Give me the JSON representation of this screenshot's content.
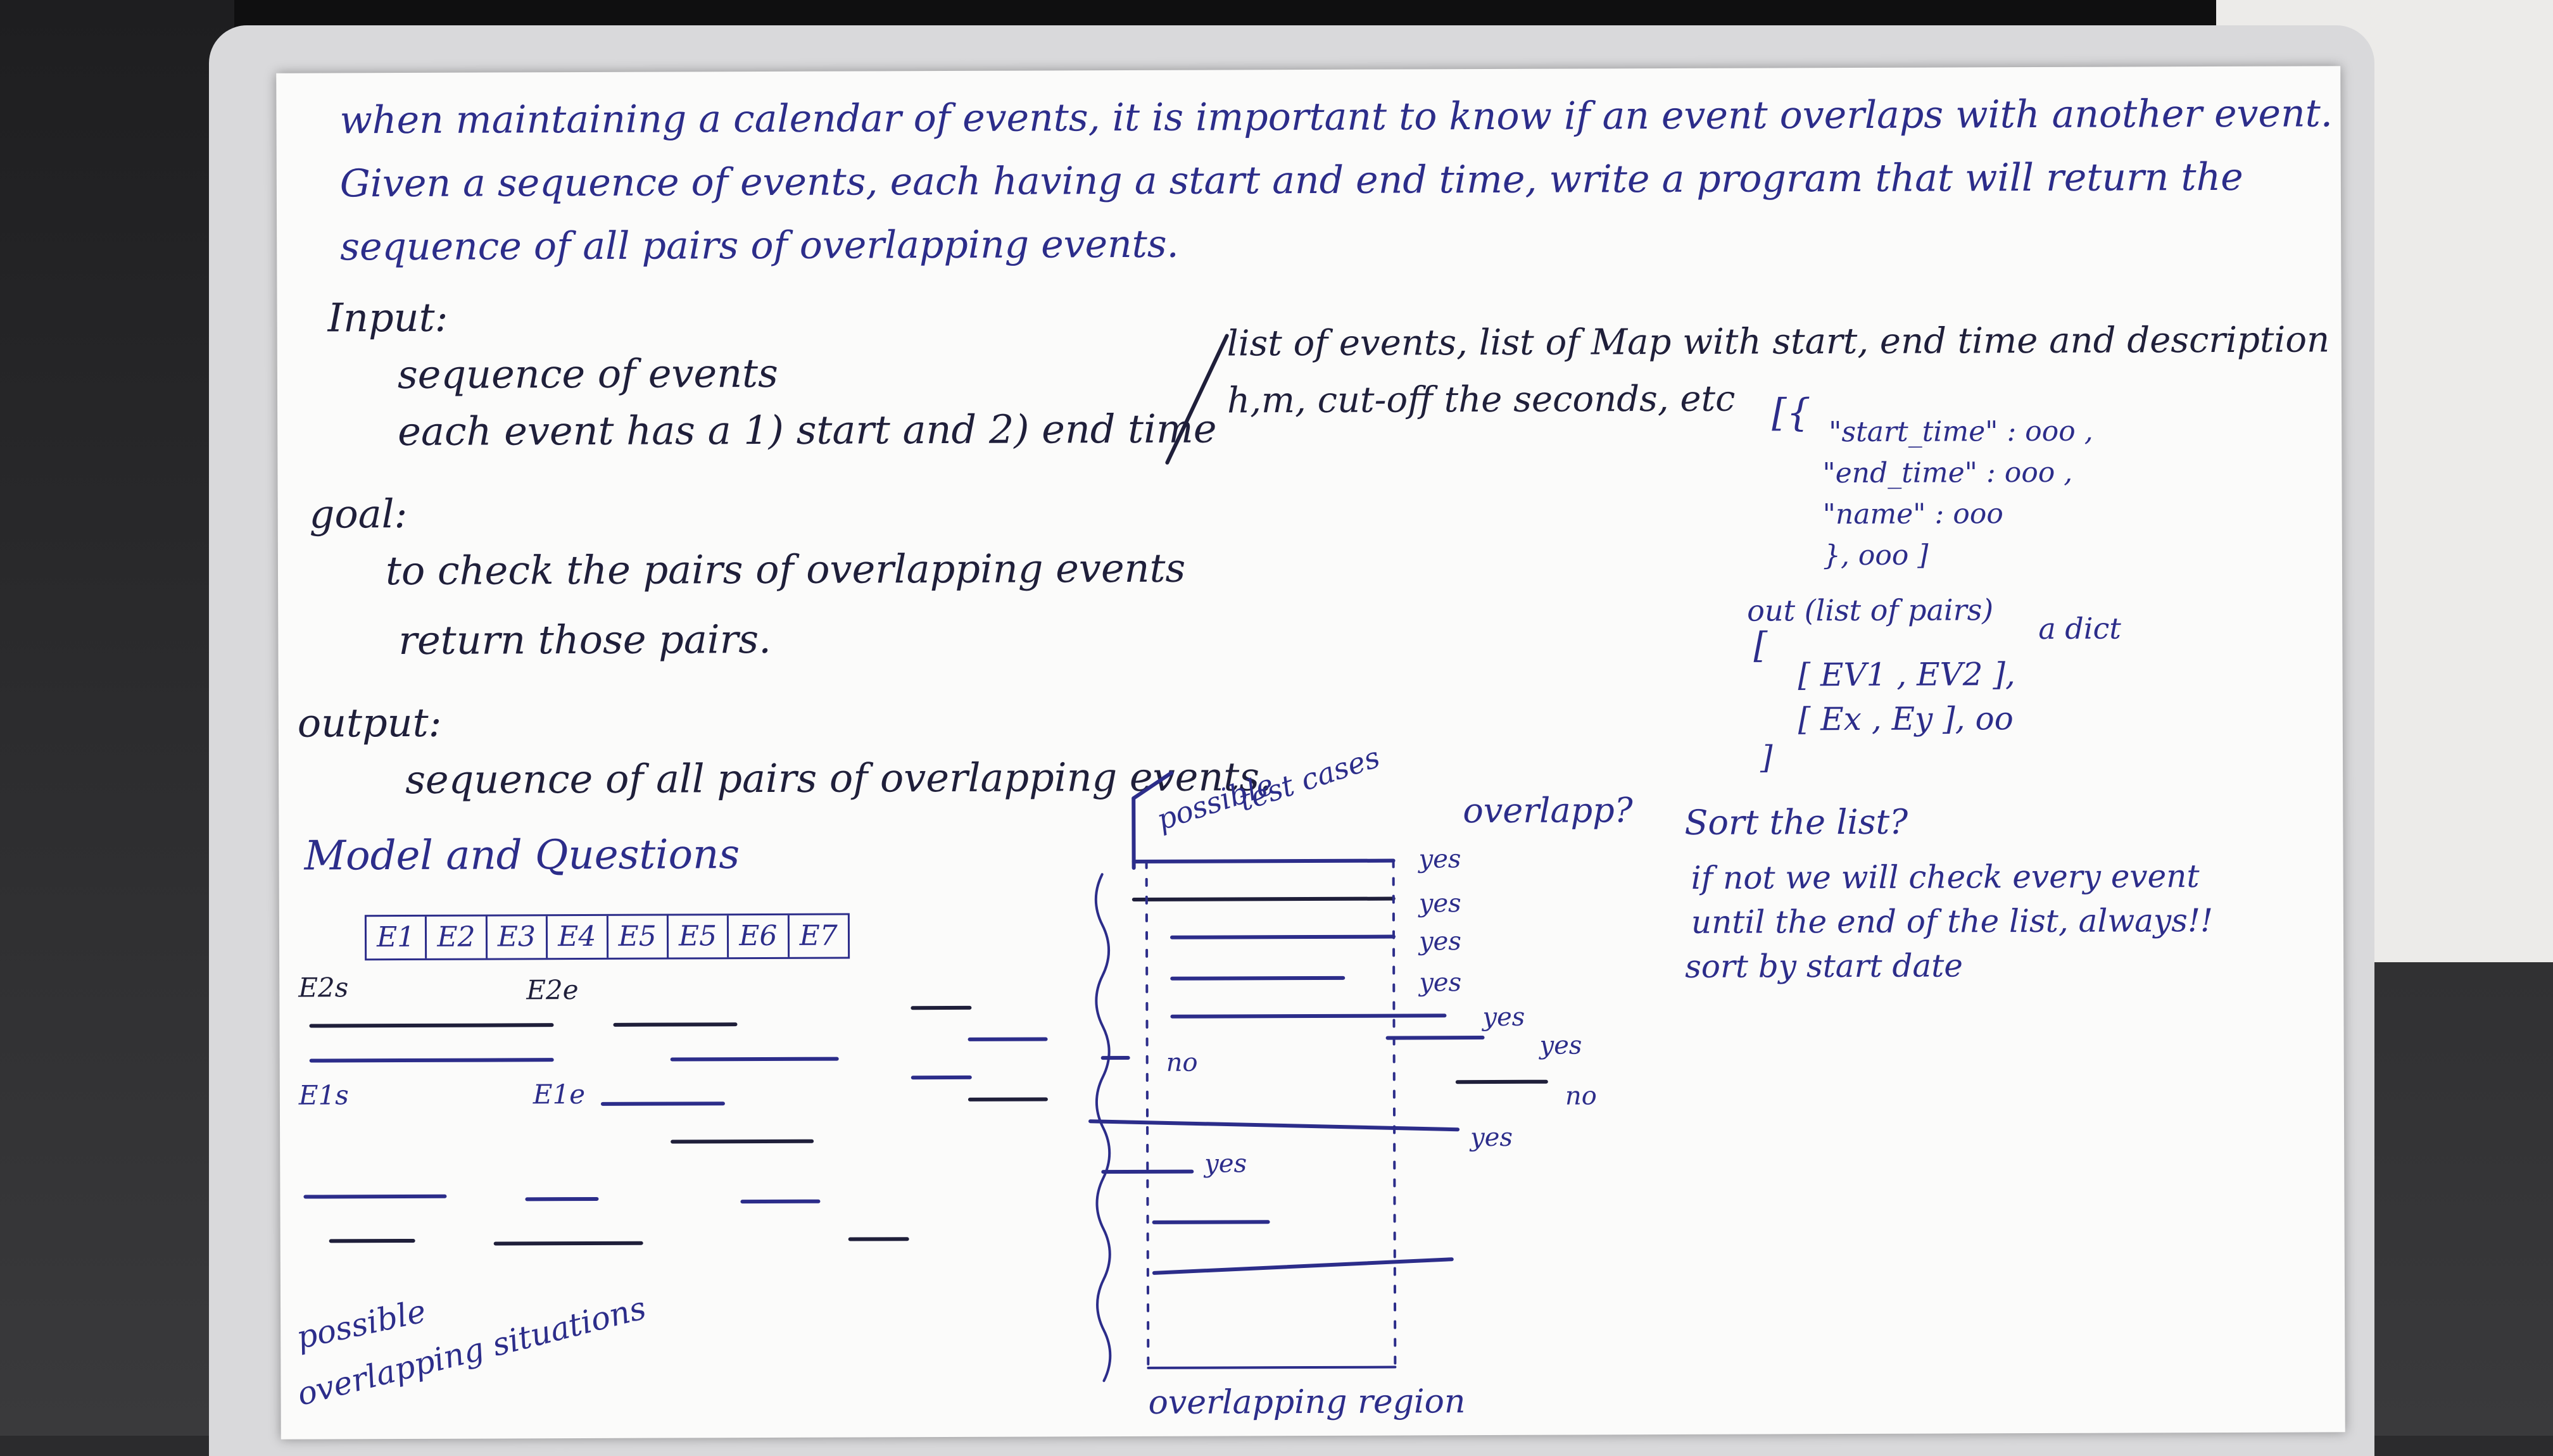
{
  "colors": {
    "ink_blue": "#2c2d8a",
    "ink_dark": "#1f1f3a",
    "paper": "#fbfbfa"
  },
  "problem": {
    "line1": "when maintaining a calendar of events, it is important to know if an event overlaps with another event.",
    "line2": "Given a sequence of events, each having a start and end time, write a program that will return the",
    "line3": "sequence of all pairs of overlapping events."
  },
  "input": {
    "heading": "Input:",
    "line1": "sequence of events",
    "line2": "each event has a 1) start and 2) end time"
  },
  "notes_right": {
    "line1": "list of events, list of Map with start, end time and description",
    "line2": "h,m, cut-off the seconds, etc"
  },
  "json_sketch": {
    "open": "[{",
    "start": "\"start_time\" : ooo ,",
    "end": "\"end_time\" : ooo ,",
    "name": "\"name\" : ooo",
    "close": "}, ooo ]"
  },
  "goal": {
    "heading": "goal:",
    "line1": "to check the pairs of overlapping events",
    "line2": "return those pairs."
  },
  "out_sketch": {
    "heading": "out (list of pairs)",
    "note": "a dict",
    "open": "[",
    "pair1": "[ EV1 , EV2 ],",
    "pair2": "[ Ex , Ey ], oo",
    "close": "]"
  },
  "output": {
    "heading": "output:",
    "line1": "sequence of all pairs of overlapping events."
  },
  "model": {
    "heading": "Model and Questions",
    "events": [
      "E1",
      "E2",
      "E3",
      "E4",
      "E5",
      "E5",
      "E6",
      "E7"
    ],
    "label_e2s": "E2s",
    "label_e2e": "E2e",
    "label_e1s": "E1s",
    "label_e1e": "E1e",
    "caption_1": "possible",
    "caption_2": "overlapping situations"
  },
  "test_cases": {
    "heading_1": "possible",
    "heading_2": "test cases",
    "overlap_q": "overlapp?",
    "answers": [
      "yes",
      "yes",
      "yes",
      "yes",
      "yes",
      "yes",
      "no",
      "no",
      "yes",
      "yes"
    ],
    "region": "overlapping region"
  },
  "sort": {
    "heading": "Sort the list?",
    "line1": "if not we will check every event",
    "line2": "until the end of the list, always!!",
    "line3": "sort by start date"
  }
}
